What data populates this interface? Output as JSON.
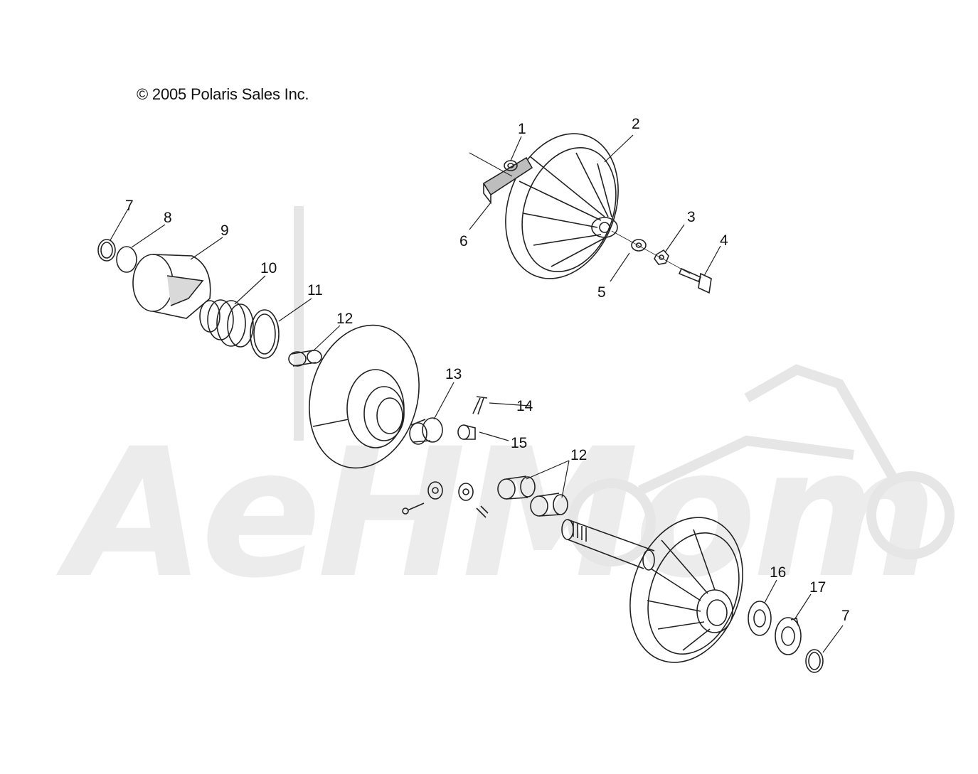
{
  "copyright": "© 2005 Polaris Sales Inc.",
  "watermark": {
    "text": "AeHMom"
  },
  "callouts": [
    {
      "id": "c1",
      "label": "1"
    },
    {
      "id": "c2",
      "label": "2"
    },
    {
      "id": "c3",
      "label": "3"
    },
    {
      "id": "c4",
      "label": "4"
    },
    {
      "id": "c5",
      "label": "5"
    },
    {
      "id": "c6",
      "label": "6"
    },
    {
      "id": "c7a",
      "label": "7"
    },
    {
      "id": "c8",
      "label": "8"
    },
    {
      "id": "c9",
      "label": "9"
    },
    {
      "id": "c10",
      "label": "10"
    },
    {
      "id": "c11",
      "label": "11"
    },
    {
      "id": "c12a",
      "label": "12"
    },
    {
      "id": "c13",
      "label": "13"
    },
    {
      "id": "c14",
      "label": "14"
    },
    {
      "id": "c15",
      "label": "15"
    },
    {
      "id": "c12b",
      "label": "12"
    },
    {
      "id": "c16",
      "label": "16"
    },
    {
      "id": "c17",
      "label": "17"
    },
    {
      "id": "c7b",
      "label": "7"
    }
  ]
}
